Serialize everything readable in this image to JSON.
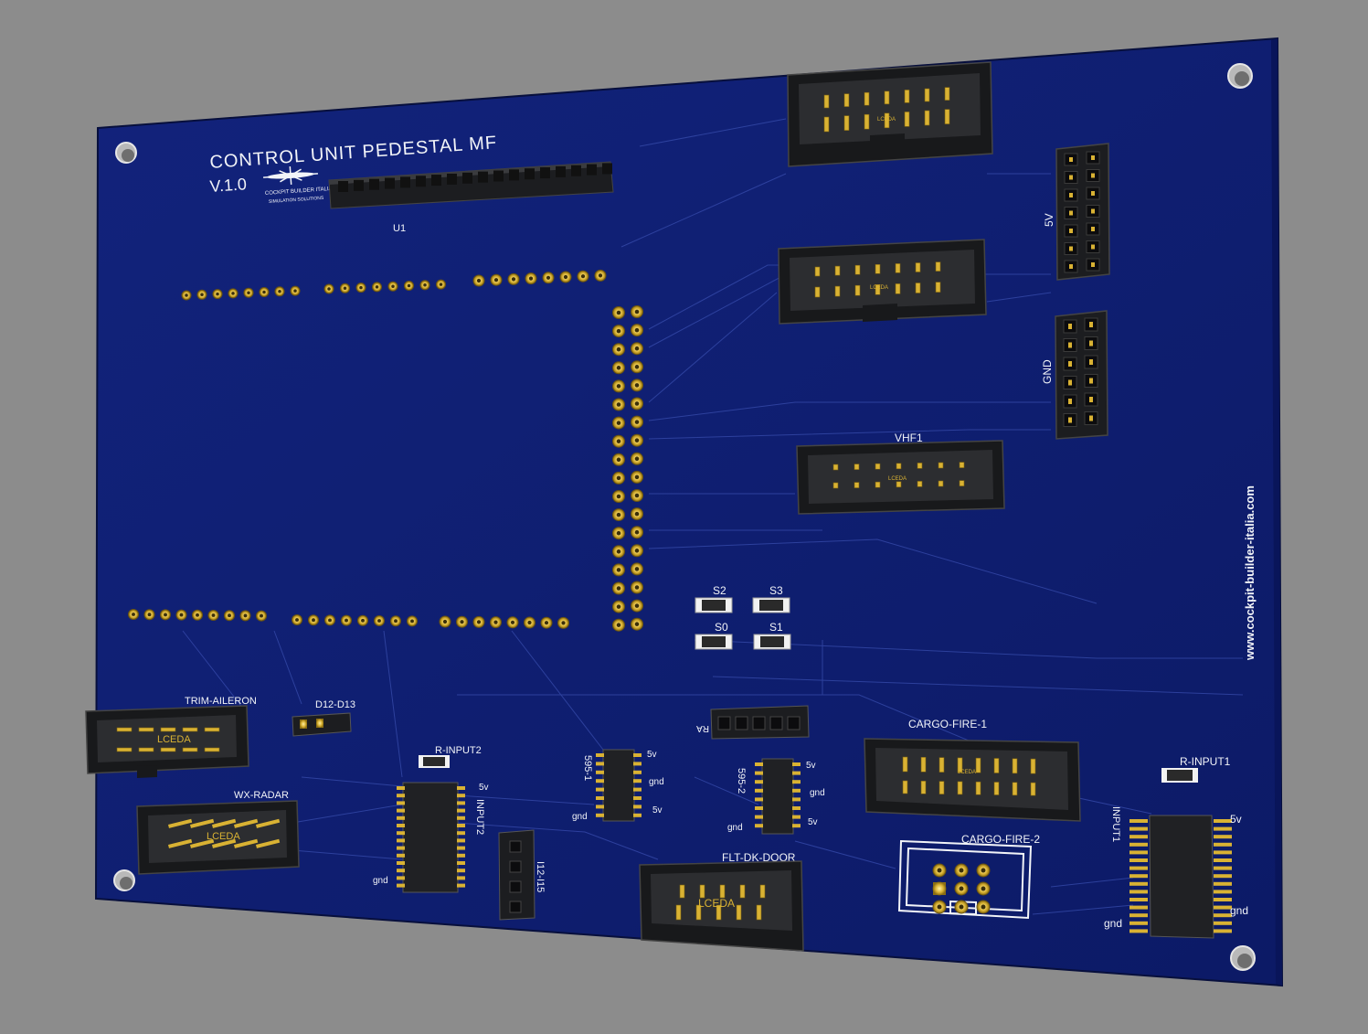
{
  "board": {
    "title": "CONTROL UNIT PEDESTAL MF",
    "version": "V.1.0",
    "logo_line1": "COCKPIT BUILDER ITALIA",
    "logo_line2": "SIMULATION SOLUTIONS",
    "website": "www.cockpit-builder-italia.com",
    "colors": {
      "pcb": "#0f1f73",
      "silk": "#f2f4f8",
      "gold": "#d9b233",
      "body": "#1f2022",
      "background": "#8c8c8c"
    }
  },
  "labels": {
    "u1": "U1",
    "v5": "5V",
    "gnd_header": "GND",
    "vhf1": "VHF1",
    "s2": "S2",
    "s3": "S3",
    "s0": "S0",
    "s1": "S1",
    "trim_aileron": "TRIM-AILERON",
    "d12_d13": "D12-D13",
    "wx_radar": "WX-RADAR",
    "r_input2": "R-INPUT2",
    "input2": "INPUT2",
    "i12_i15": "I12-I15",
    "sr_595_1": "595-1",
    "sr_595_2": "595-2",
    "ra": "RA",
    "flt_dk_door": "FLT-DK-DOOR",
    "cargo_fire_1": "CARGO-FIRE-1",
    "cargo_fire_2": "CARGO-FIRE-2",
    "r_input1": "R-INPUT1",
    "input1": "INPUT1",
    "pin_5v": "5v",
    "pin_gnd": "gnd",
    "chip_marking": "LCEDA"
  }
}
